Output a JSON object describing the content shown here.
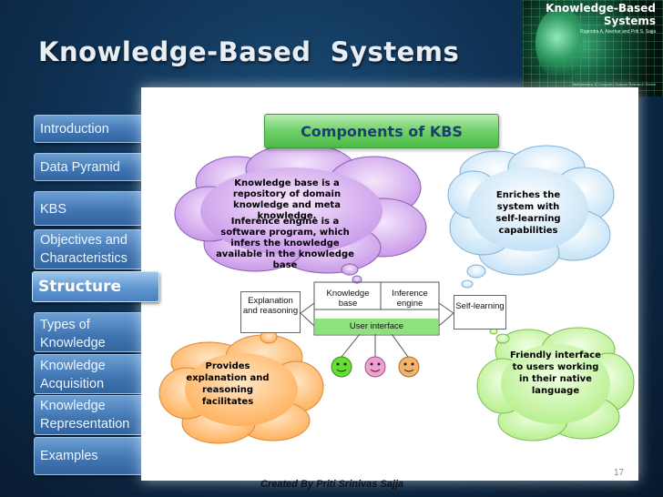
{
  "header": {
    "title": "Knowledge-Based  Systems"
  },
  "book_cover": {
    "title_line1": "Knowledge-Based",
    "title_line2": "Systems",
    "authors": "Rajendra A. Akerkar and Priti S. Sajja",
    "bottom_text": "Mathematics & Computer Science Research Series"
  },
  "nav": {
    "items": [
      {
        "label": "Introduction"
      },
      {
        "label": "Data Pyramid"
      },
      {
        "label": "KBS"
      },
      {
        "label": "Objectives and Characteristics"
      },
      {
        "label": "Structure"
      },
      {
        "label": "Types of Knowledge"
      },
      {
        "label": "Knowledge Acquisition"
      },
      {
        "label": "Knowledge Representation"
      },
      {
        "label": "Examples"
      }
    ],
    "active_index": 4
  },
  "diagram": {
    "title": "Components of KBS",
    "cloud_kb": {
      "line1": "Knowledge base is a repository of domain knowledge and meta knowledge.",
      "line2": "Inference engine is a software program, which infers the knowledge available in the knowledge base"
    },
    "cloud_self_learning": "Enriches the system with self-learning capabilities",
    "cloud_explanation": "Provides explanation and reasoning facilitates",
    "cloud_ui": "Friendly interface to users working in their native language",
    "boxes": {
      "knowledge_base": "Knowledge base",
      "inference_engine": "Inference engine",
      "user_interface": "User interface",
      "explanation": "Explanation and reasoning",
      "self_learning": "Self-learning"
    }
  },
  "footer": {
    "credit": "Created By Priti Srinivas Sajja",
    "page_number": "17"
  },
  "colors": {
    "background": "#0f3153",
    "nav_button": "#4a80bf",
    "title_green": "#6fd06a",
    "cloud_purple": "#d4a6f0",
    "cloud_blue": "#c8e6fa",
    "cloud_orange": "#ffbf7a",
    "cloud_green": "#c9f5a8",
    "face_green": "#66dd33",
    "face_pink": "#f0a0d0",
    "face_orange": "#f5b26b"
  }
}
